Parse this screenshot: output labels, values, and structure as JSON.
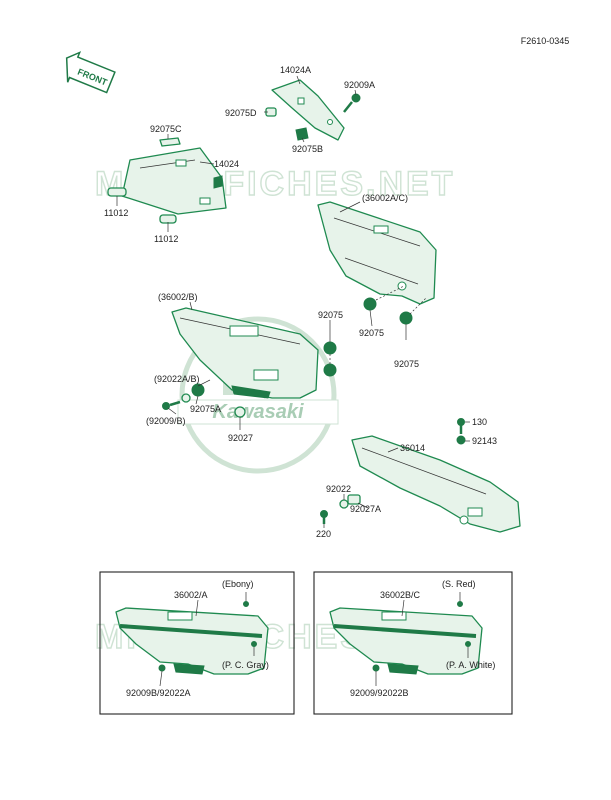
{
  "figure_code": "F2610-0345",
  "front_arrow_label": "FRONT",
  "watermark_text": "MICROFICHES.NET",
  "logo_text": "Kawasaki",
  "colors": {
    "part_line": "#1f8a50",
    "part_fill": "#e7f3ea",
    "watermark": "#cfe3d4",
    "text": "#222222"
  },
  "labels": {
    "p14024A": "14024A",
    "p92009A": "92009A",
    "p92075D": "92075D",
    "p92075B": "92075B",
    "p92075C": "92075C",
    "p14024": "14024",
    "p11012a": "11012",
    "p11012b": "11012",
    "p36002AC": "(36002A/C)",
    "p36002B": "(36002/B)",
    "p92075a": "92075",
    "p92075b": "92075",
    "p92075c": "92075",
    "p92022AB": "(92022A/B)",
    "p92075A": "92075A",
    "p92009B": "(92009/B)",
    "p92027": "92027",
    "p130": "130",
    "p36014": "36014",
    "p92143": "92143",
    "p92022": "92022",
    "p92027A": "92027A",
    "p220": "220"
  },
  "inset_left": {
    "part": "36002/A",
    "color_top": "(Ebony)",
    "color_bottom": "(P. C. Gray)",
    "fasteners": "92009B/92022A"
  },
  "inset_right": {
    "part": "36002B/C",
    "color_top": "(S. Red)",
    "color_bottom": "(P. A. White)",
    "fasteners": "92009/92022B"
  }
}
